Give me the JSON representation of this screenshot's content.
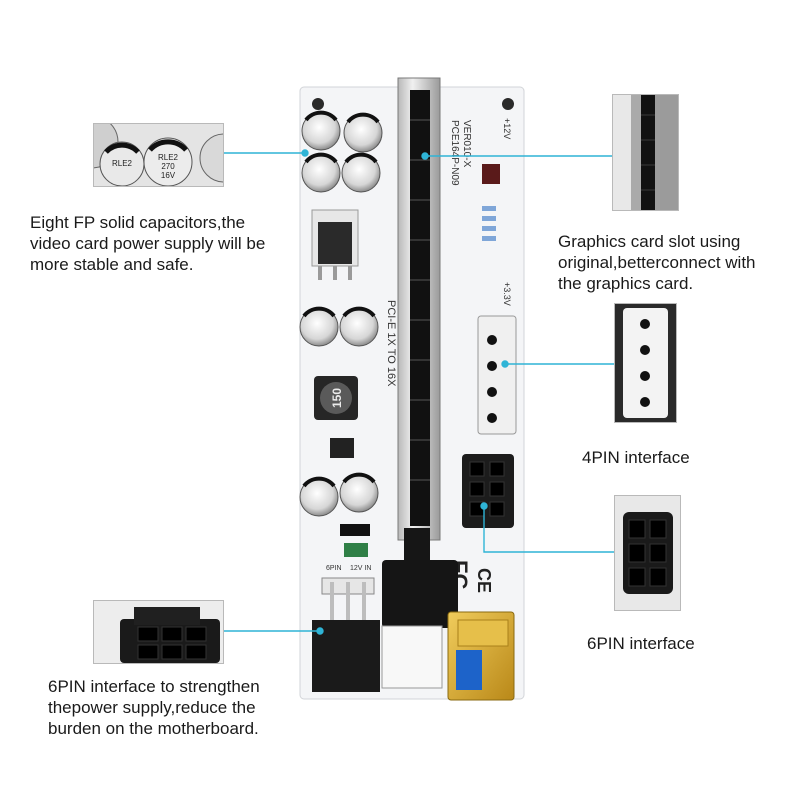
{
  "captions": {
    "capacitors": [
      "Eight FP solid capacitors,the",
      "video card power supply will be",
      "more stable and safe."
    ],
    "slot": [
      "Graphics card slot using",
      "original,betterconnect with",
      "the graphics card."
    ],
    "fourpin": [
      "4PIN interface"
    ],
    "sixpin": [
      "6PIN interface"
    ],
    "sixpin_power": [
      "6PIN interface to strengthen",
      "thepower supply,reduce the",
      "burden on the motherboard."
    ]
  },
  "board_markings": {
    "capacitor_label": [
      "RLE2",
      "270",
      "16V"
    ],
    "model_lines": [
      "PCE164P-N09",
      "VER010-X"
    ],
    "slot_text": "PCI-E 1X TO 16X",
    "inductor_value": "150",
    "voltage_12v": "+12V",
    "voltage_33v": "+3.3V",
    "pin_header_labels": [
      "6PIN",
      "12V IN"
    ],
    "certifications": [
      "CE",
      "FC"
    ]
  },
  "colors": {
    "callout_line": "#2fb4d6",
    "board_white": "#f4f5f7",
    "connector_black": "#1c1c1c",
    "usb_blue": "#1d63c9",
    "usb_gold": "#d7a92a"
  }
}
